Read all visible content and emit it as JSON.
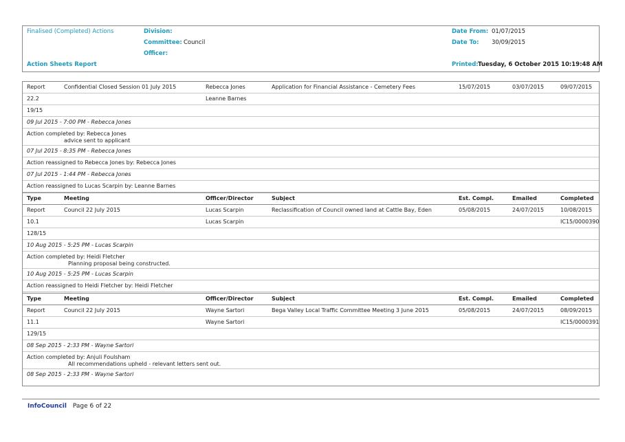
{
  "header": {
    "report_type": "Finalised (Completed) Actions",
    "division_label": "Division:",
    "committee_label": "Committee:",
    "committee_value": "Council",
    "officer_label": "Officer:",
    "report_title": "Action Sheets Report",
    "date_from_label": "Date From:",
    "date_from_value": "01/07/2015",
    "date_to_label": "Date To:",
    "date_to_value": "30/09/2015",
    "printed_label": "Printed:",
    "printed_value": "Tuesday, 6 October 2015  10:19:48 AM"
  },
  "columns": {
    "type": "Type",
    "meeting": "Meeting",
    "officer": "Officer/Director",
    "subject": "Subject",
    "est": "Est. Compl.",
    "emailed": "Emailed",
    "completed": "Completed"
  },
  "records": [
    {
      "type": "Report",
      "meeting": "Confidential Closed Session 01 July 2015",
      "officer": "Rebecca Jones",
      "subject": "Application for Financial Assistance - Cemetery Fees",
      "est": "15/07/2015",
      "emailed": "03/07/2015",
      "completed": "09/07/2015",
      "item": "22.2",
      "officer2": "Leanne Barnes",
      "ref": "",
      "number": "19/15",
      "notes": [
        {
          "text": "09 Jul 2015 - 7:00 PM - Rebecca Jones",
          "sub": ""
        },
        {
          "text": "Action completed by: Rebecca Jones",
          "sub": "advice sent to applicant"
        },
        {
          "text": "07 Jul 2015 - 8:35 PM - Rebecca Jones",
          "sub": ""
        },
        {
          "text": "Action reassigned to Rebecca Jones by: Rebecca Jones",
          "sub": ""
        },
        {
          "text": "07 Jul 2015 - 1:44 PM - Rebecca Jones",
          "sub": ""
        },
        {
          "text": "Action reassigned to Lucas Scarpin by: Leanne Barnes",
          "sub": ""
        }
      ]
    },
    {
      "type": "Report",
      "meeting": "Council 22 July 2015",
      "officer": "Lucas Scarpin",
      "subject": "Reclassification of Council owned land at Cattle Bay, Eden",
      "est": "05/08/2015",
      "emailed": "24/07/2015",
      "completed": "10/08/2015",
      "item": "10.1",
      "officer2": "Lucas Scarpin",
      "ref": "IC15/0000390",
      "number": "128/15",
      "notes": [
        {
          "text": "10 Aug 2015 - 5:25 PM - Lucas Scarpin",
          "sub": ""
        },
        {
          "text": "Action completed by: Heidi Fletcher",
          "sub": "Planning proposal being constructed."
        },
        {
          "text": "10 Aug 2015 - 5:25 PM - Lucas Scarpin",
          "sub": ""
        },
        {
          "text": "Action reassigned to Heidi Fletcher by: Heidi Fletcher",
          "sub": ""
        }
      ]
    },
    {
      "type": "Report",
      "meeting": "Council 22 July 2015",
      "officer": "Wayne Sartori",
      "subject": "Bega Valley Local Traffic Committee Meeting 3 June 2015",
      "est": "05/08/2015",
      "emailed": "24/07/2015",
      "completed": "08/09/2015",
      "item": "11.1",
      "officer2": "Wayne Sartori",
      "ref": "IC15/0000391",
      "number": "129/15",
      "notes": [
        {
          "text": "08 Sep 2015 - 2:33 PM - Wayne Sartori",
          "sub": ""
        },
        {
          "text": "Action completed by: Anjuli Foulsham",
          "sub": "All recommendations upheld - relevant letters sent out."
        },
        {
          "text": "08 Sep 2015 - 2:33 PM - Wayne Sartori",
          "sub": ""
        }
      ]
    }
  ],
  "footer": {
    "brand": "InfoCouncil",
    "page": "Page 6 of 22"
  }
}
